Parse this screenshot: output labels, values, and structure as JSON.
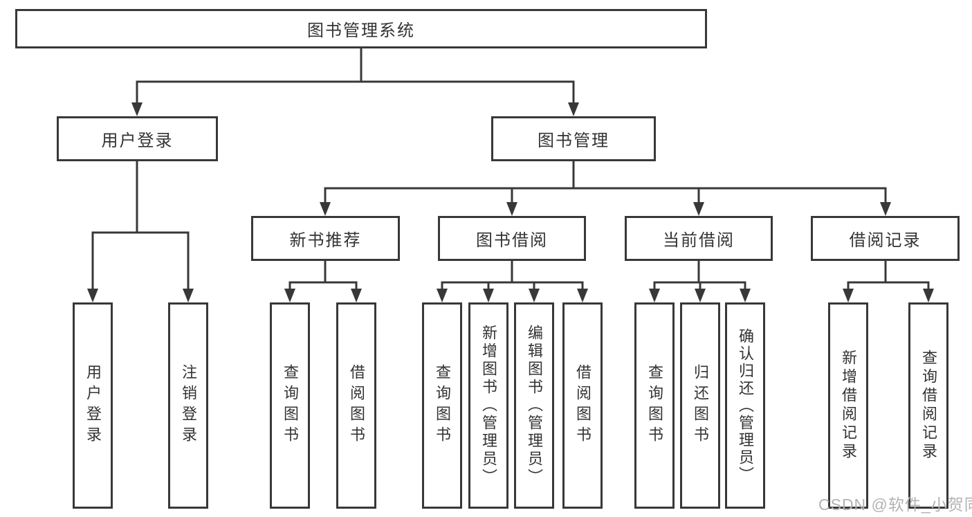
{
  "title": "图书管理系统",
  "colors": {
    "line": "#383838",
    "box_border": "#383838",
    "box_background": "#ffffff",
    "text": "#333333",
    "watermark": "#b3b3b3"
  },
  "tree": {
    "root": {
      "label": "图书管理系统"
    },
    "branches": [
      {
        "label": "用户登录",
        "children": [
          {
            "label": "用户登录"
          },
          {
            "label": "注销登录"
          }
        ]
      },
      {
        "label": "图书管理",
        "children": [
          {
            "label": "新书推荐",
            "children": [
              {
                "label": "查询图书"
              },
              {
                "label": "借阅图书"
              }
            ]
          },
          {
            "label": "图书借阅",
            "children": [
              {
                "label": "查询图书"
              },
              {
                "label": "新增图书（管理员）"
              },
              {
                "label": "编辑图书（管理员）"
              },
              {
                "label": "借阅图书"
              }
            ]
          },
          {
            "label": "当前借阅",
            "children": [
              {
                "label": "查询图书"
              },
              {
                "label": "归还图书"
              },
              {
                "label": "确认归还（管理员）"
              }
            ]
          },
          {
            "label": "借阅记录",
            "children": [
              {
                "label": "新增借阅记录"
              },
              {
                "label": "查询借阅记录"
              }
            ]
          }
        ]
      }
    ]
  },
  "watermark": {
    "text": "CSDN @软件_小贺同学"
  }
}
